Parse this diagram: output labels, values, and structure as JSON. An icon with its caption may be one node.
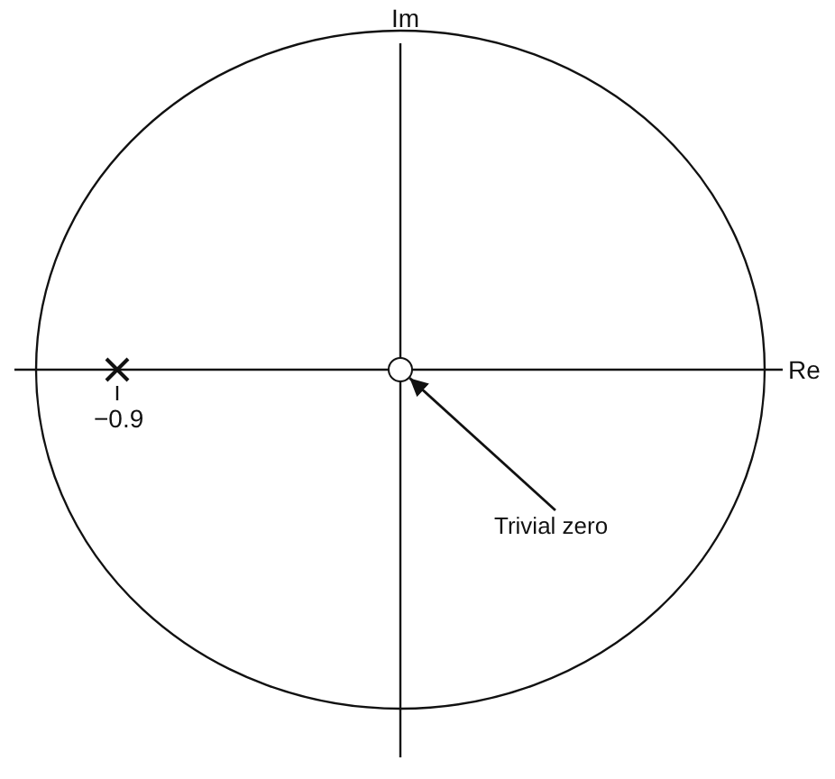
{
  "diagram": {
    "nodes": [
      {
        "text": [
          "Trivial zero"
        ]
      },
      {
        "text": [],
        "shape": "circle"
      }
    ],
    "edges": [
      {
        "from": 0,
        "to": 1,
        "arrow": "to"
      }
    ],
    "labels": [
      "Im",
      "Re",
      "−0.9"
    ]
  }
}
